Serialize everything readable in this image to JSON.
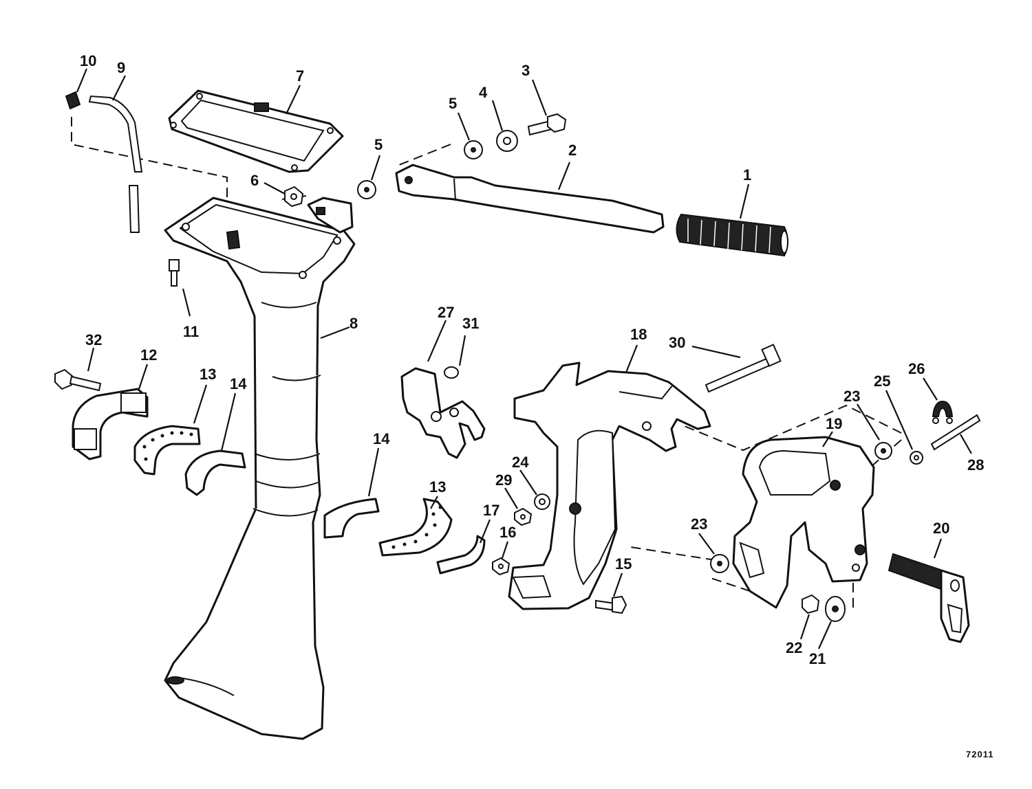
{
  "figure_number": "72011",
  "callouts": [
    {
      "id": "c1",
      "text": "1"
    },
    {
      "id": "c2",
      "text": "2"
    },
    {
      "id": "c3",
      "text": "3"
    },
    {
      "id": "c4",
      "text": "4"
    },
    {
      "id": "c5a",
      "text": "5"
    },
    {
      "id": "c5b",
      "text": "5"
    },
    {
      "id": "c6",
      "text": "6"
    },
    {
      "id": "c7",
      "text": "7"
    },
    {
      "id": "c8",
      "text": "8"
    },
    {
      "id": "c9",
      "text": "9"
    },
    {
      "id": "c10",
      "text": "10"
    },
    {
      "id": "c11",
      "text": "11"
    },
    {
      "id": "c12",
      "text": "12"
    },
    {
      "id": "c13a",
      "text": "13"
    },
    {
      "id": "c13b",
      "text": "13"
    },
    {
      "id": "c14a",
      "text": "14"
    },
    {
      "id": "c14b",
      "text": "14"
    },
    {
      "id": "c15",
      "text": "15"
    },
    {
      "id": "c16",
      "text": "16"
    },
    {
      "id": "c17",
      "text": "17"
    },
    {
      "id": "c18",
      "text": "18"
    },
    {
      "id": "c19",
      "text": "19"
    },
    {
      "id": "c20",
      "text": "20"
    },
    {
      "id": "c21",
      "text": "21"
    },
    {
      "id": "c22",
      "text": "22"
    },
    {
      "id": "c23a",
      "text": "23"
    },
    {
      "id": "c23b",
      "text": "23"
    },
    {
      "id": "c24",
      "text": "24"
    },
    {
      "id": "c25",
      "text": "25"
    },
    {
      "id": "c26",
      "text": "26"
    },
    {
      "id": "c27",
      "text": "27"
    },
    {
      "id": "c28",
      "text": "28"
    },
    {
      "id": "c29",
      "text": "29"
    },
    {
      "id": "c30",
      "text": "30"
    },
    {
      "id": "c31",
      "text": "31"
    },
    {
      "id": "c32",
      "text": "32"
    }
  ]
}
